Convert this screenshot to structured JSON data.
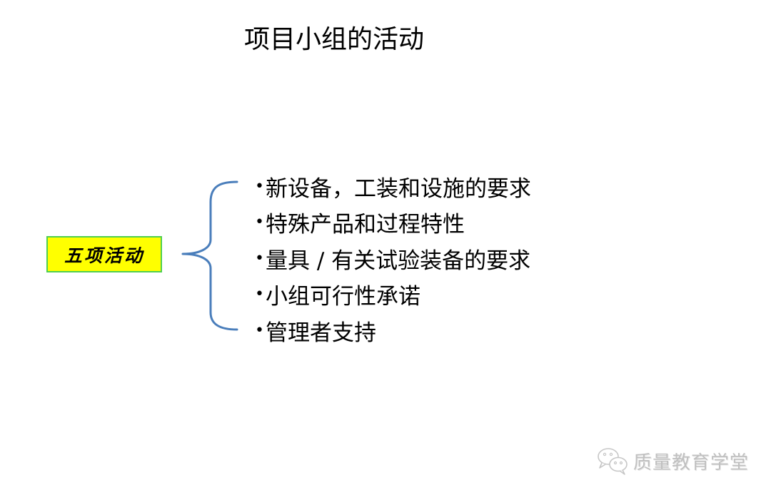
{
  "slide": {
    "title": "项目小组的活动",
    "label_box": {
      "text": "五项活动",
      "background_color": "#ffff00",
      "border_color": "#4fcf4f"
    },
    "brace": {
      "icon": "curly-brace-left",
      "color": "#4a7ebb"
    },
    "bullet_symbol": "•",
    "items": [
      {
        "text": "新设备，工装和设施的要求"
      },
      {
        "text": "特殊产品和过程特性"
      },
      {
        "text": "量具 / 有关试验装备的要求"
      },
      {
        "text": "小组可行性承诺"
      },
      {
        "text": "管理者支持"
      }
    ]
  },
  "watermark": {
    "icon": "wechat-icon",
    "text": "质量教育学堂"
  }
}
